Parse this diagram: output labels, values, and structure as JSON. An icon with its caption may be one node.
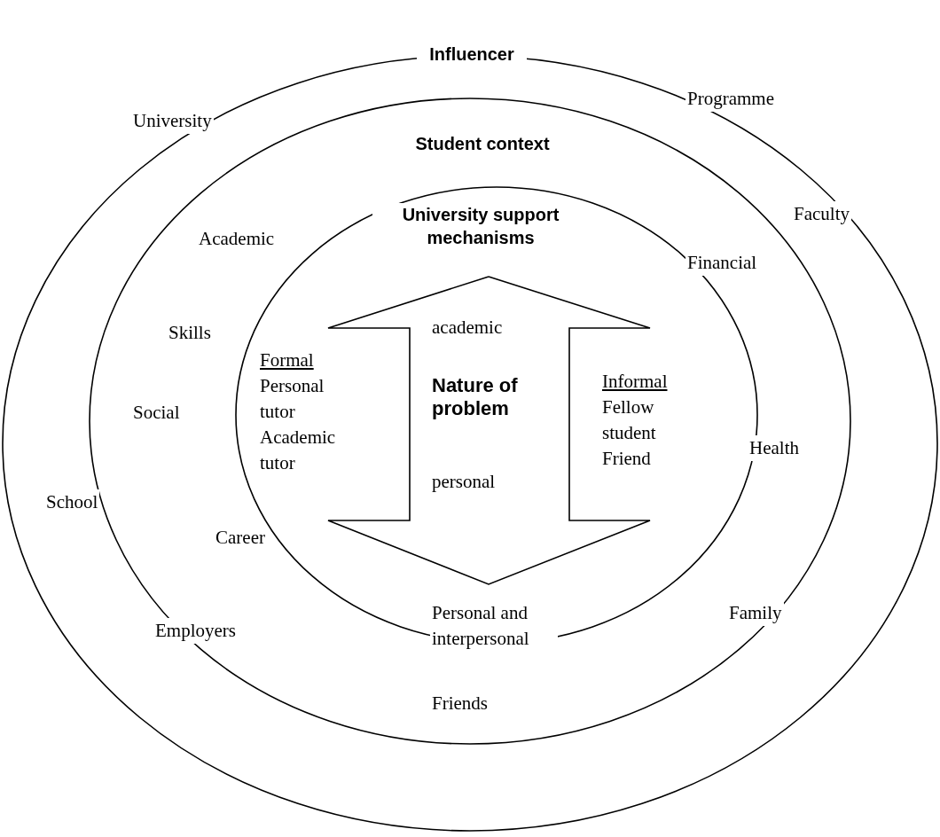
{
  "diagram": {
    "nodes": [
      {
        "text": [
          "Influencer"
        ]
      },
      {
        "text": [
          "Student context"
        ],
        "in": 0
      },
      {
        "text": [
          "University support mechanisms",
          "Formal",
          "Personal tutor Academic tutor",
          "Informal",
          "Fellow student Friend"
        ],
        "in": 1
      },
      {
        "text": [
          "academic",
          "Nature of problem",
          "personal"
        ],
        "in": 2
      }
    ],
    "labels": [
      "University",
      "Programme",
      "Faculty",
      "Academic",
      "Financial",
      "Skills",
      "Social",
      "Health",
      "School",
      "Career",
      "Employers",
      "Family",
      "Personal and interpersonal",
      "Friends"
    ]
  }
}
